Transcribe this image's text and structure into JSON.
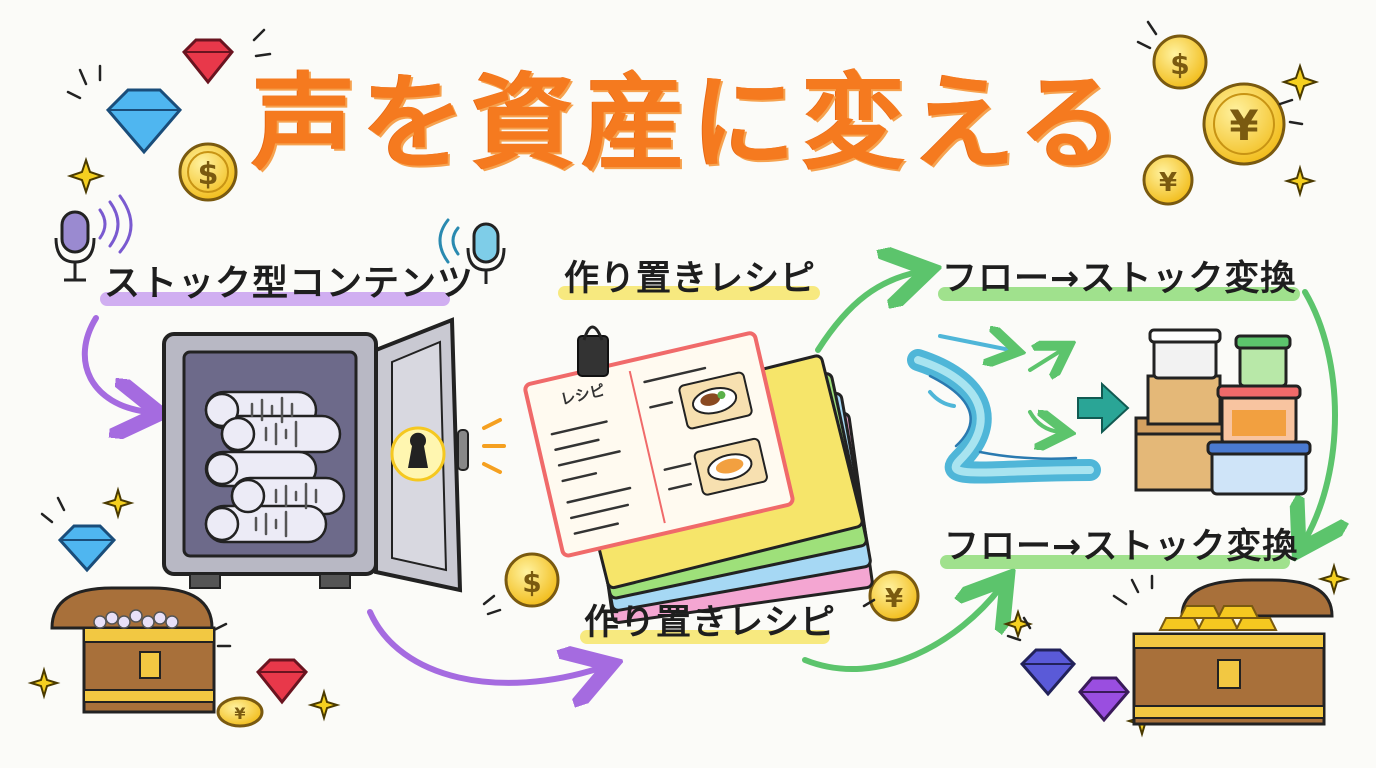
{
  "title": "声を資産に変える",
  "labels": {
    "stock_content": "ストック型コンテンツ",
    "meal_prep_top": "作り置きレシピ",
    "meal_prep_bottom": "作り置きレシピ",
    "flow_to_stock_top": "フロー→ストック変換",
    "flow_to_stock_bottom": "フロー→ストック変換"
  },
  "recipe_card": {
    "heading": "レシピ"
  },
  "colors": {
    "title": "#f57a1f",
    "purple_arrow": "#a56be0",
    "green_arrow": "#5cc46c",
    "highlight_purple": "#c8a0f0",
    "highlight_yellow": "#f6e56a",
    "highlight_green": "#8fdc7a"
  },
  "icons": [
    "microphone-icon",
    "diamond-icon",
    "coin-dollar-icon",
    "coin-yen-icon",
    "sparkle-icon",
    "treasure-chest-icon",
    "safe-icon",
    "recipe-cards-icon",
    "river-icon",
    "storage-containers-icon"
  ]
}
